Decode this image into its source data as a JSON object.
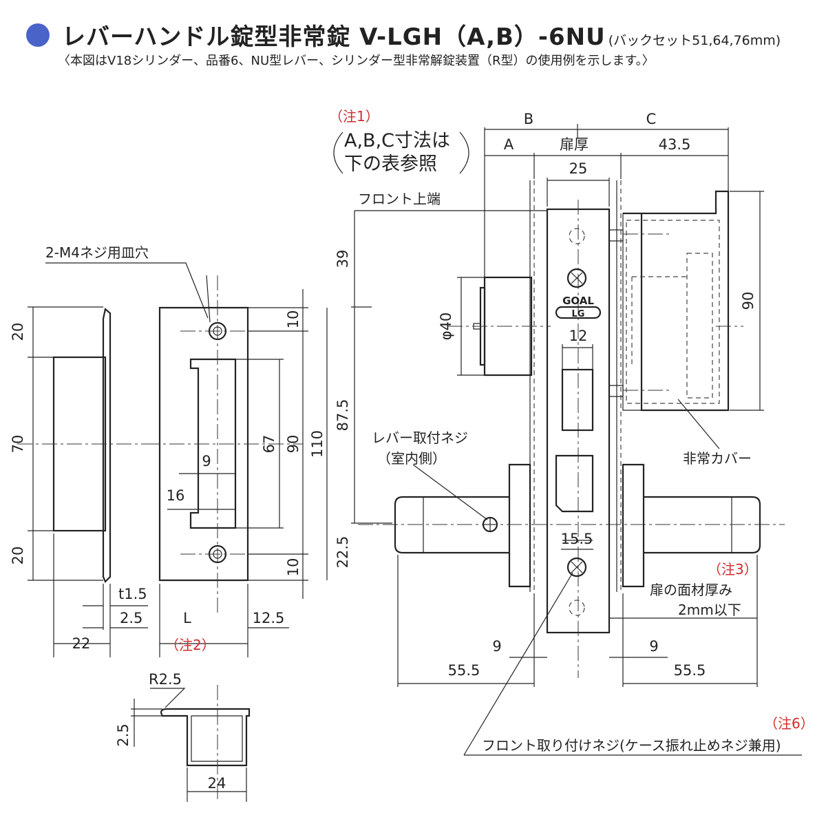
{
  "title": {
    "main": "レバーハンドル錠型非常錠 V-LGH（A,B）-6NU",
    "backset": "(バックセット51,64,76mm)",
    "subtitle": "〈本図はV18シリンダー、品番6、NU型レバー、シリンダー型非常解錠装置（R型）の使用例を示します。〉"
  },
  "notes": {
    "n1": "（注1）",
    "n1_text_1": "A,B,C寸法は",
    "n1_text_2": "下の表参照",
    "n2": "（注2）",
    "n3": "（注3）",
    "n6": "（注6）"
  },
  "labels": {
    "screw_holes": "2-M4ネジ用皿穴",
    "front_top": "フロント上端",
    "lever_screw_1": "レバー取付ネジ",
    "lever_screw_2": "（室内側）",
    "emergency_cover": "非常カバー",
    "door_face_1": "扉の面材厚み",
    "door_face_2": "2mm以下",
    "front_screw": "フロント取り付けネジ(ケース振れ止めネジ兼用)",
    "brand_1": "GOAL",
    "brand_2": "LG"
  },
  "dims": {
    "d20a": "20",
    "d70": "70",
    "d20b": "20",
    "d22": "22",
    "t15": "t1.5",
    "d25a": "2.5",
    "L": "L",
    "d125": "12.5",
    "d10a": "10",
    "d10b": "10",
    "d9s": "9",
    "d16": "16",
    "d67": "67",
    "d90s": "90",
    "d110": "110",
    "d875": "87.5",
    "d39": "39",
    "d225": "22.5",
    "r25": "R2.5",
    "d25b": "2.5",
    "d24": "24",
    "B": "B",
    "C": "C",
    "A": "A",
    "door": "扉厚",
    "d435": "43.5",
    "d25": "25",
    "phi40": "φ40",
    "d12": "12",
    "d90c": "90",
    "d155": "15.5",
    "d9l": "9",
    "d9r": "9",
    "d555l": "55.5",
    "d555r": "55.5"
  }
}
